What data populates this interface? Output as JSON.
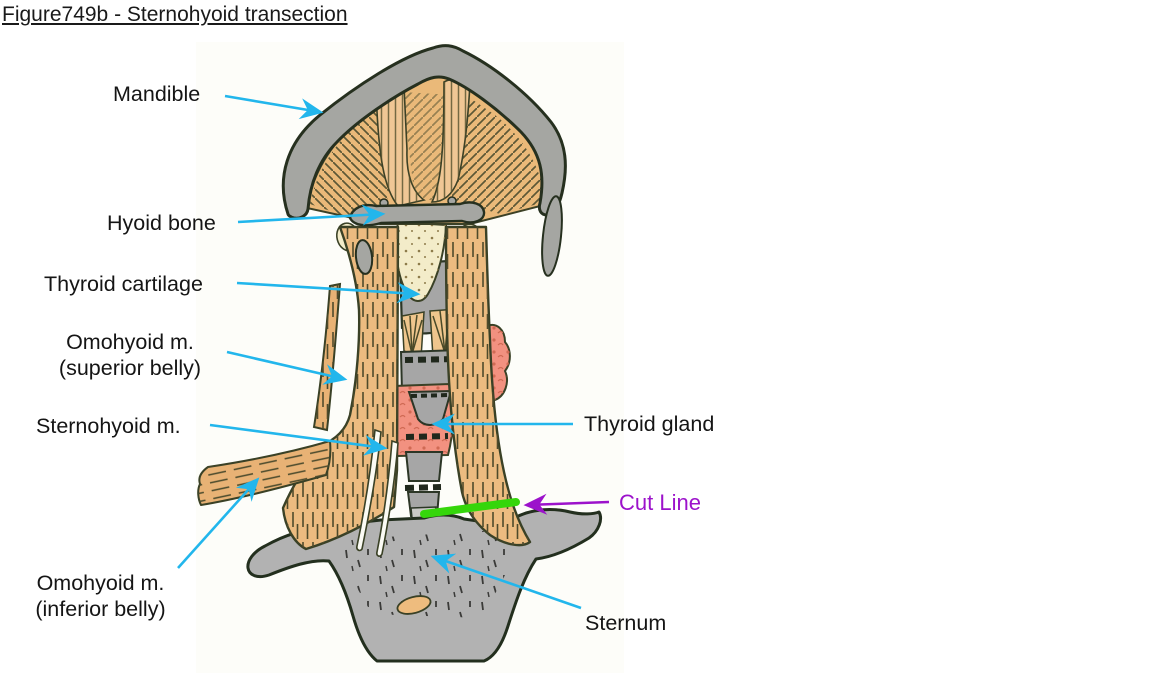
{
  "title": "Figure749b - Sternohyoid transection",
  "figure": {
    "labels": {
      "mandible": "Mandible",
      "hyoid_bone": "Hyoid bone",
      "thyroid_cartilage": "Thyroid cartilage",
      "omohyoid_superior": {
        "line1": "Omohyoid m.",
        "line2": "(superior belly)"
      },
      "sternohyoid": "Sternohyoid m.",
      "thyroid_gland": "Thyroid gland",
      "cut_line": "Cut Line",
      "omohyoid_inferior": {
        "line1": "Omohyoid m.",
        "line2": "(inferior belly)"
      },
      "sternum": "Sternum"
    },
    "colors": {
      "arrow": "#22b6ec",
      "cut_line_text": "#9c12cb",
      "cut_line_mark": "#35d60b",
      "muscle_tan": "#ecbb80",
      "bone_gray": "#a6a6a6",
      "gland_pink": "#f29180",
      "cartilage_cream": "#f3ecc9",
      "outline_dark": "#273120",
      "title_color": "#1a1a1a",
      "background": "#ffffff"
    }
  }
}
